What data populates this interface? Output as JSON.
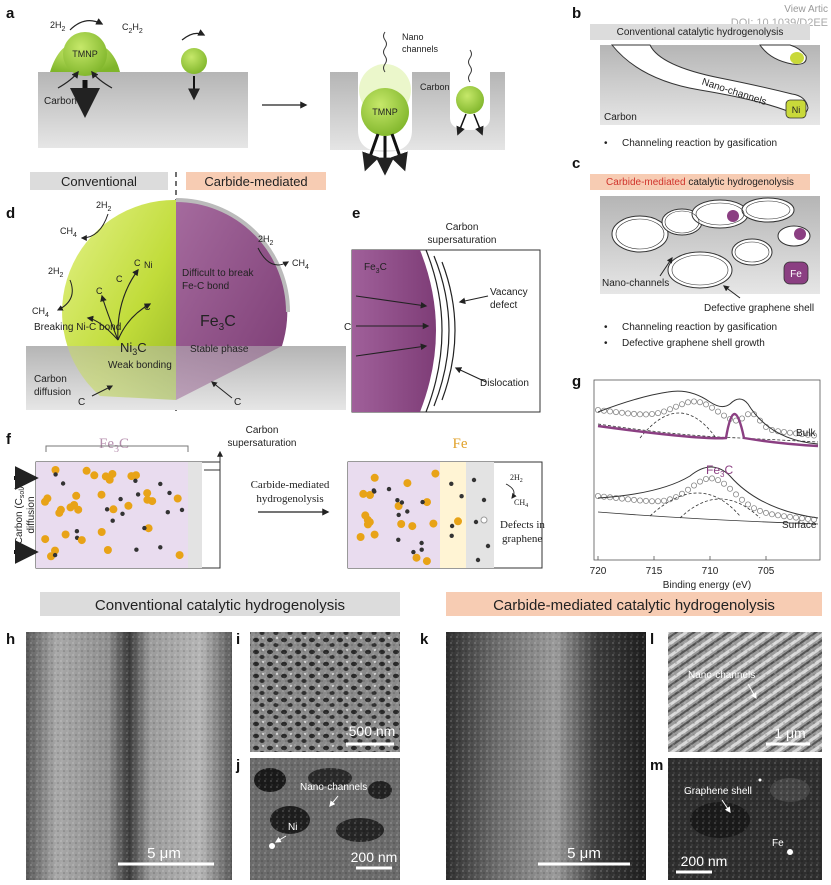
{
  "header": {
    "view_article": "View Artic",
    "doi": "DOI: 10.1039/D2EE"
  },
  "panel_labels": [
    "a",
    "b",
    "c",
    "d",
    "e",
    "f",
    "g",
    "h",
    "i",
    "j",
    "k",
    "l",
    "m"
  ],
  "panel_a": {
    "h2": "2H",
    "h2_sub": "2",
    "c2h2": "C",
    "c2h2_sub1": "2",
    "c2h2_mid": "H",
    "c2h2_sub2": "2",
    "tmnp": "TMNP",
    "carbon_left": "Carbon",
    "nano_channels_1": "Nano",
    "nano_channels_2": "channels",
    "carbon_right": "Carbon",
    "tmnp_right": "TMNP"
  },
  "panel_b": {
    "title": "Conventional catalytic hydrogenolysis",
    "nano_channels": "Nano-channels",
    "carbon": "Carbon",
    "ni": "Ni",
    "bullet": "Channeling reaction by gasification"
  },
  "panel_c": {
    "title_red": "Carbide-mediated",
    "title_rest": " catalytic hydrogenolysis",
    "nano_channels": "Nano-channels",
    "fe": "Fe",
    "shell": "Defective graphene shell",
    "bullet1": "Channeling reaction by gasification",
    "bullet2": "Defective graphene shell growth"
  },
  "panel_d": {
    "conventional": "Conventional",
    "carbide": "Carbide-mediated",
    "h2_left": "2H",
    "ch4_left_top": "CH",
    "h2_left2": "2H",
    "ch4_left2": "CH",
    "ni": "Ni",
    "c": "C",
    "breaking": "Breaking Ni-C bond",
    "ni3c": "Ni",
    "ni3c_sub": "3",
    "ni3c_c": "C",
    "weak": "Weak bonding",
    "carbon_diff_1": "Carbon",
    "carbon_diff_2": "diffusion",
    "h2_right": "2H",
    "ch4_right": "CH",
    "difficult_1": "Difficult to break",
    "difficult_2": "Fe-C bond",
    "fe3c": "Fe",
    "fe3c_sub": "3",
    "fe3c_c": "C",
    "stable": "Stable phase"
  },
  "panel_e": {
    "carbon_sat_1": "Carbon",
    "carbon_sat_2": "supersaturation",
    "fe3c": "Fe",
    "fe3c_sub": "3",
    "fe3c_c": "C",
    "c": "C",
    "vacancy_1": "Vacancy",
    "vacancy_2": "defect",
    "dislocation": "Dislocation"
  },
  "panel_f": {
    "fe3c": "Fe",
    "fe3c_sub": "3",
    "fe3c_c": "C",
    "carbon_sat_1": "Carbon",
    "carbon_sat_2": "supersaturation",
    "diffusion_1": "Carbon (C",
    "diffusion_sub": "sol",
    "diffusion_2": ")",
    "diffusion_3": "diffusion",
    "carbide_med_1": "Carbide-mediated",
    "carbide_med_2": "hydrogenolysis",
    "fe": "Fe",
    "h2": "2H",
    "ch4": "CH",
    "defects_1": "Defects in",
    "defects_2": "graphene"
  },
  "panel_g": {
    "bulk": "Bulk",
    "surface": "Surface",
    "fe3c": "Fe",
    "fe3c_sub": "3",
    "fe3c_c": "C",
    "xlabel": "Binding energy (eV)",
    "xticks": [
      "720",
      "715",
      "710",
      "705"
    ]
  },
  "bottom": {
    "conv_title": "Conventional catalytic hydrogenolysis",
    "carbide_title": "Carbide-mediated catalytic hydrogenolysis",
    "scale_h": "5 μm",
    "scale_i": "500 nm",
    "scale_j": "200 nm",
    "j_nano": "Nano-channels",
    "j_ni": "Ni",
    "scale_k": "5 μm",
    "l_nano": "Nano-channels",
    "scale_l": "1 μm",
    "m_shell": "Graphene shell",
    "scale_m": "200 nm",
    "m_fe": "Fe"
  },
  "colors": {
    "green": "#a6d23a",
    "purple": "#8b3f82",
    "orange_label": "#f7ccb3",
    "gray_label": "#dcdcdc",
    "red_text": "#d0342c",
    "gold_dot": "#e8a317",
    "lavender": "#e9dcef"
  }
}
